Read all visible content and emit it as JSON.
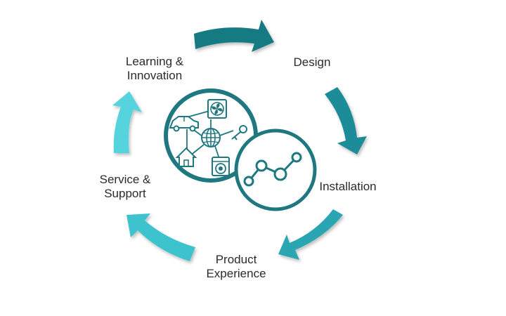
{
  "diagram": {
    "stages": [
      {
        "id": "design",
        "lines": [
          "Design"
        ],
        "color": "#197a82"
      },
      {
        "id": "installation",
        "lines": [
          "Installation"
        ],
        "color": "#1f8c98"
      },
      {
        "id": "product-experience",
        "lines": [
          "Product",
          "Experience"
        ],
        "color": "#2aa6b3"
      },
      {
        "id": "service-support",
        "lines": [
          "Service &",
          "Support"
        ],
        "color": "#3cc3cd"
      },
      {
        "id": "learning-innovation",
        "lines": [
          "Learning &",
          "Innovation"
        ],
        "color": "#56d4dd"
      }
    ],
    "hub": {
      "circle_color": "#1f7880",
      "icons": [
        "fan-icon",
        "car-icon",
        "globe-icon",
        "key-icon",
        "house-icon",
        "washing-machine-icon",
        "line-chart-icon"
      ]
    }
  }
}
